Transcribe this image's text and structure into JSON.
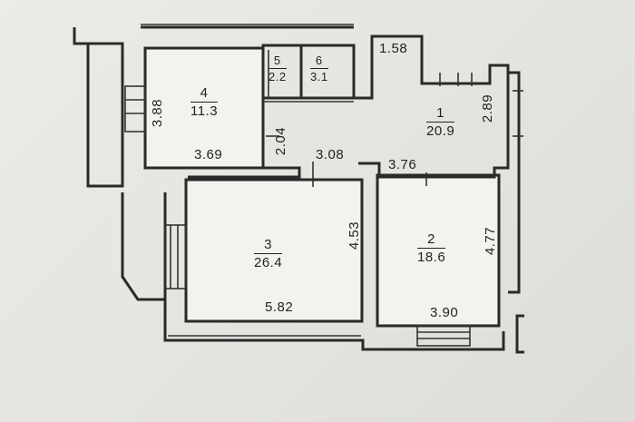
{
  "rooms": [
    {
      "id": "1",
      "area": "20.9"
    },
    {
      "id": "2",
      "area": "18.6"
    },
    {
      "id": "3",
      "area": "26.4"
    },
    {
      "id": "4",
      "area": "11.3"
    },
    {
      "id": "5",
      "area": "2.2"
    },
    {
      "id": "6",
      "area": "3.1"
    }
  ],
  "dimensions": {
    "balcony_top": "1.58",
    "room4_height": "3.88",
    "room4_width": "3.69",
    "corridor_height": "2.04",
    "corridor_width": "3.08",
    "room1_width": "3.76",
    "room1_height": "2.89",
    "room3_height": "4.53",
    "room3_width": "5.82",
    "room2_height": "4.77",
    "room2_width": "3.90"
  }
}
